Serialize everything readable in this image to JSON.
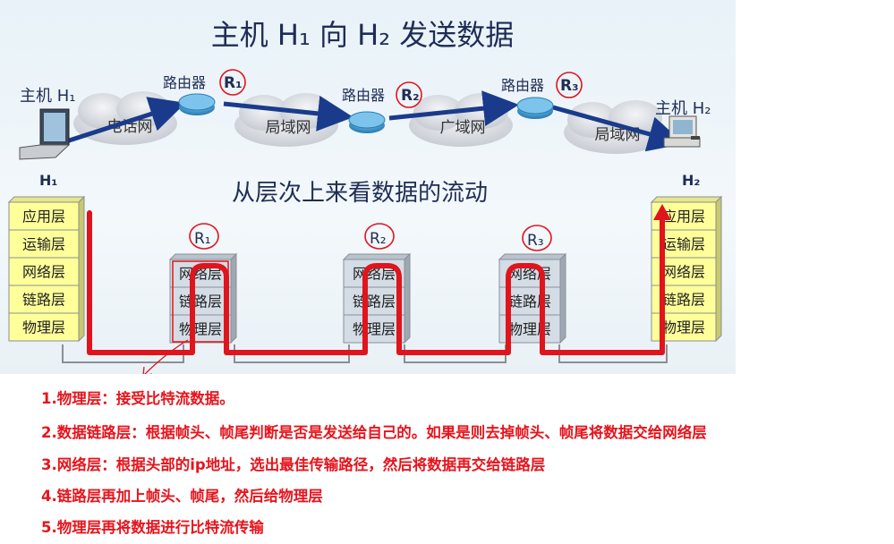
{
  "title": "主机 H₁ 向 H₂ 发送数据",
  "subtitle": "从层次上来看数据的流动",
  "network": {
    "host1_label": "主机 H₁",
    "host2_label": "主机 H₂",
    "router_prefix": "路由器",
    "r1": "R₁",
    "r2": "R₂",
    "r3": "R₃",
    "cloud_phone": "电话网",
    "cloud_lan1": "局域网",
    "cloud_wan": "广域网",
    "cloud_lan2": "局域网"
  },
  "layers": {
    "h1_label": "H₁",
    "h2_label": "H₂",
    "host_stack": [
      "应用层",
      "运输层",
      "网络层",
      "链路层",
      "物理层"
    ],
    "router_stack": [
      "网络层",
      "链路层",
      "物理层"
    ],
    "router_labels": [
      "R₁",
      "R₂",
      "R₃"
    ]
  },
  "notes": [
    "1.物理层：接受比特流数据。",
    "2.数据链路层：根据帧头、帧尾判断是否是发送给自己的。如果是则去掉帧头、帧尾将数据交给网络层",
    "3.网络层：根据头部的ip地址，选出最佳传输路径，然后将数据再交给链路层",
    "4.链路层再加上帧头、帧尾，然后给物理层",
    "5.物理层再将数据进行比特流传输"
  ],
  "colors": {
    "stack_fill": "#ffff99",
    "router_fill": "#d4dde6",
    "flow": "#e0141c",
    "note": "#e8141c",
    "arrow": "#1a3b8c"
  }
}
